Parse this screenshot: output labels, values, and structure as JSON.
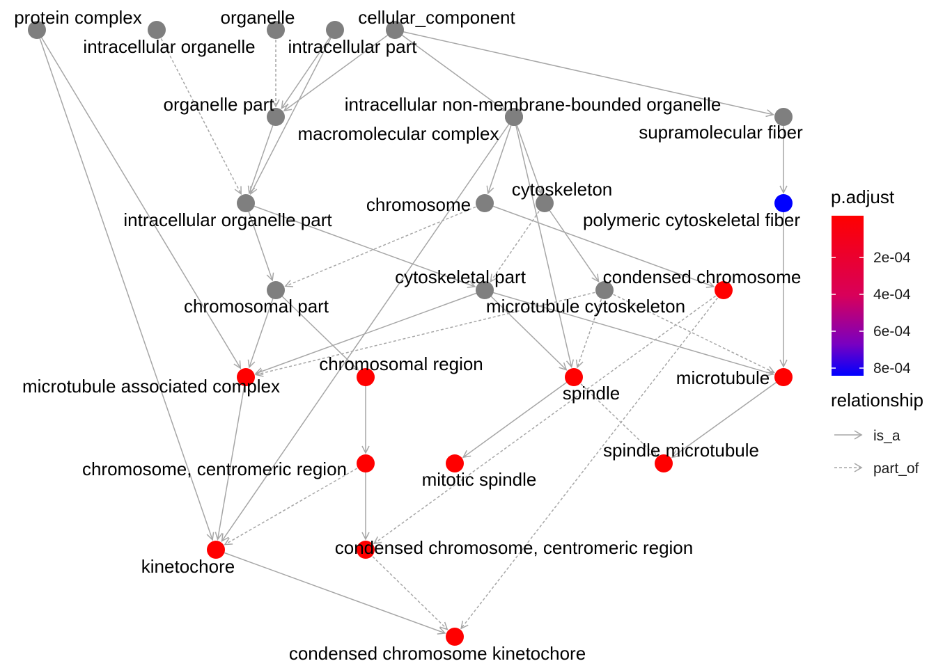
{
  "legend": {
    "color_title": "p.adjust",
    "color_ticks": [
      "2e-04",
      "4e-04",
      "6e-04",
      "8e-04"
    ],
    "color_tick_values": [
      0.0002,
      0.0004,
      0.0006,
      0.0008
    ],
    "color_low": "#FF0000",
    "color_high": "#0000FF",
    "shape_title": "relationship",
    "relationships": [
      "is_a",
      "part_of"
    ]
  },
  "colors": {
    "significant": "#FF0000",
    "blue_node": "#0000FF",
    "not_enriched": "#7F7F7F",
    "edge": "#A6A6A6"
  },
  "nodes": [
    {
      "id": "protein_complex",
      "label": "protein complex",
      "status": "grey"
    },
    {
      "id": "intracellular_organelle",
      "label": "intracellular organelle",
      "status": "grey"
    },
    {
      "id": "organelle",
      "label": "organelle",
      "status": "grey"
    },
    {
      "id": "intracellular_part",
      "label": "intracellular part",
      "status": "grey"
    },
    {
      "id": "cellular_component",
      "label": "cellular_component",
      "status": "grey"
    },
    {
      "id": "organelle_part",
      "label": "organelle part",
      "status": "grey"
    },
    {
      "id": "intracellular_nmbo",
      "label": "intracellular non-membrane-bounded organelle",
      "status": "grey"
    },
    {
      "id": "macromolecular_complex",
      "label": "macromolecular complex",
      "status": "grey"
    },
    {
      "id": "supramolecular_fiber",
      "label": "supramolecular fiber",
      "status": "grey"
    },
    {
      "id": "intracellular_organelle_part",
      "label": "intracellular organelle part",
      "status": "grey"
    },
    {
      "id": "chromosome",
      "label": "chromosome",
      "status": "grey"
    },
    {
      "id": "cytoskeleton",
      "label": "cytoskeleton",
      "status": "grey"
    },
    {
      "id": "polymeric_cytoskeletal_fiber",
      "label": "polymeric cytoskeletal fiber",
      "status": "blue"
    },
    {
      "id": "chromosomal_part",
      "label": "chromosomal part",
      "status": "grey"
    },
    {
      "id": "cytoskeletal_part",
      "label": "cytoskeletal part",
      "status": "grey"
    },
    {
      "id": "microtubule_cytoskeleton",
      "label": "microtubule cytoskeleton",
      "status": "grey"
    },
    {
      "id": "condensed_chromosome",
      "label": "condensed chromosome",
      "status": "red"
    },
    {
      "id": "microtubule_associated_complex",
      "label": "microtubule associated complex",
      "status": "red"
    },
    {
      "id": "chromosomal_region",
      "label": "chromosomal region",
      "status": "red"
    },
    {
      "id": "spindle",
      "label": "spindle",
      "status": "red"
    },
    {
      "id": "microtubule",
      "label": "microtubule",
      "status": "red"
    },
    {
      "id": "chromosome_centromeric_region",
      "label": "chromosome, centromeric region",
      "status": "red"
    },
    {
      "id": "mitotic_spindle",
      "label": "mitotic spindle",
      "status": "red"
    },
    {
      "id": "spindle_microtubule",
      "label": "spindle microtubule",
      "status": "red"
    },
    {
      "id": "kinetochore",
      "label": "kinetochore",
      "status": "red"
    },
    {
      "id": "condensed_chromosome_centromeric_region",
      "label": "condensed chromosome, centromeric region",
      "status": "red"
    },
    {
      "id": "condensed_chromosome_kinetochore",
      "label": "condensed chromosome kinetochore",
      "status": "red"
    }
  ],
  "edges": [
    {
      "from": "protein_complex",
      "to": "kinetochore",
      "type": "is_a"
    },
    {
      "from": "protein_complex",
      "to": "microtubule_associated_complex",
      "type": "is_a"
    },
    {
      "from": "intracellular_organelle",
      "to": "intracellular_organelle_part",
      "type": "part_of"
    },
    {
      "from": "organelle",
      "to": "organelle_part",
      "type": "part_of"
    },
    {
      "from": "intracellular_part",
      "to": "organelle_part",
      "type": "is_a"
    },
    {
      "from": "intracellular_part",
      "to": "intracellular_organelle_part",
      "type": "is_a"
    },
    {
      "from": "cellular_component",
      "to": "organelle_part",
      "type": "is_a"
    },
    {
      "from": "cellular_component",
      "to": "intracellular_nmbo",
      "type": "is_a"
    },
    {
      "from": "cellular_component",
      "to": "supramolecular_fiber",
      "type": "is_a"
    },
    {
      "from": "organelle_part",
      "to": "intracellular_organelle_part",
      "type": "is_a"
    },
    {
      "from": "intracellular_nmbo",
      "to": "chromosome",
      "type": "is_a"
    },
    {
      "from": "intracellular_nmbo",
      "to": "cytoskeleton",
      "type": "is_a"
    },
    {
      "from": "intracellular_nmbo",
      "to": "spindle",
      "type": "is_a"
    },
    {
      "from": "macromolecular_complex",
      "to": "kinetochore",
      "type": "is_a"
    },
    {
      "from": "supramolecular_fiber",
      "to": "polymeric_cytoskeletal_fiber",
      "type": "is_a"
    },
    {
      "from": "polymeric_cytoskeletal_fiber",
      "to": "microtubule",
      "type": "is_a"
    },
    {
      "from": "intracellular_organelle_part",
      "to": "chromosomal_part",
      "type": "is_a"
    },
    {
      "from": "intracellular_organelle_part",
      "to": "cytoskeletal_part",
      "type": "is_a"
    },
    {
      "from": "chromosome",
      "to": "chromosomal_part",
      "type": "part_of"
    },
    {
      "from": "chromosome",
      "to": "condensed_chromosome",
      "type": "is_a"
    },
    {
      "from": "cytoskeleton",
      "to": "cytoskeletal_part",
      "type": "part_of"
    },
    {
      "from": "cytoskeleton",
      "to": "microtubule_cytoskeleton",
      "type": "is_a"
    },
    {
      "from": "chromosomal_part",
      "to": "microtubule_associated_complex",
      "type": "is_a"
    },
    {
      "from": "chromosomal_part",
      "to": "chromosomal_region",
      "type": "is_a"
    },
    {
      "from": "cytoskeletal_part",
      "to": "microtubule_associated_complex",
      "type": "is_a"
    },
    {
      "from": "cytoskeletal_part",
      "to": "spindle",
      "type": "is_a"
    },
    {
      "from": "cytoskeletal_part",
      "to": "microtubule",
      "type": "is_a"
    },
    {
      "from": "microtubule_cytoskeleton",
      "to": "microtubule_associated_complex",
      "type": "part_of"
    },
    {
      "from": "microtubule_cytoskeleton",
      "to": "spindle",
      "type": "part_of"
    },
    {
      "from": "microtubule_cytoskeleton",
      "to": "microtubule",
      "type": "part_of"
    },
    {
      "from": "condensed_chromosome",
      "to": "condensed_chromosome_centromeric_region",
      "type": "part_of"
    },
    {
      "from": "condensed_chromosome",
      "to": "condensed_chromosome_kinetochore",
      "type": "part_of"
    },
    {
      "from": "chromosomal_region",
      "to": "chromosome_centromeric_region",
      "type": "is_a"
    },
    {
      "from": "spindle",
      "to": "mitotic_spindle",
      "type": "is_a"
    },
    {
      "from": "spindle",
      "to": "spindle_microtubule",
      "type": "part_of"
    },
    {
      "from": "microtubule",
      "to": "spindle_microtubule",
      "type": "is_a"
    },
    {
      "from": "microtubule_associated_complex",
      "to": "kinetochore",
      "type": "is_a"
    },
    {
      "from": "chromosome_centromeric_region",
      "to": "kinetochore",
      "type": "part_of"
    },
    {
      "from": "chromosome_centromeric_region",
      "to": "condensed_chromosome_centromeric_region",
      "type": "is_a"
    },
    {
      "from": "kinetochore",
      "to": "condensed_chromosome_kinetochore",
      "type": "is_a"
    },
    {
      "from": "condensed_chromosome_centromeric_region",
      "to": "condensed_chromosome_kinetochore",
      "type": "part_of"
    }
  ]
}
